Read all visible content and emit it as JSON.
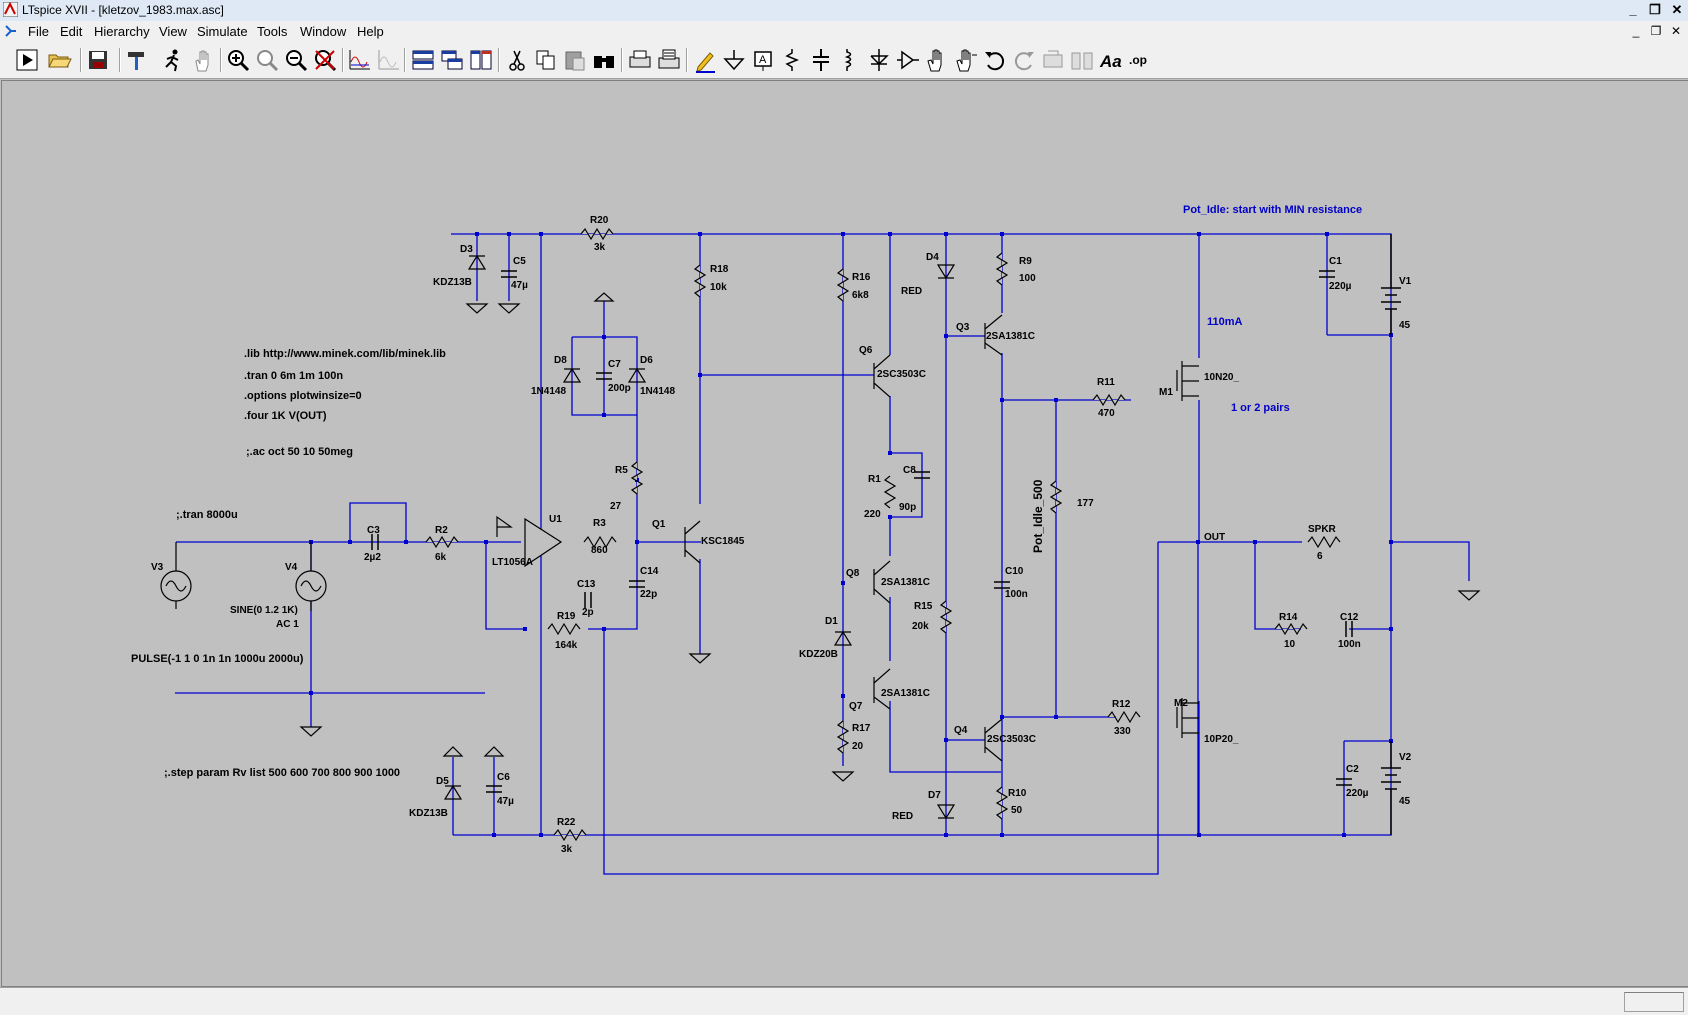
{
  "window": {
    "title": "LTspice XVII - [kletzov_1983.max.asc]",
    "buttons": {
      "minimize": "▁",
      "restore": "❐",
      "close": "✕"
    }
  },
  "menu": [
    "File",
    "Edit",
    "Hierarchy",
    "View",
    "Simulate",
    "Tools",
    "Window",
    "Help"
  ],
  "toolbar": {
    "icons": [
      "run-icon",
      "open-icon",
      "save-icon",
      "hammer-icon",
      "run-man-icon",
      "hand-icon",
      "zoom-in-icon",
      "zoom-pan-icon",
      "zoom-out-icon",
      "zoom-fit-icon",
      "waveform-icon",
      "waveform-off-icon",
      "tile-horizontal-icon",
      "cascade-icon",
      "tile-vertical-icon",
      "cut-icon",
      "copy-icon",
      "paste-icon",
      "find-icon",
      "print-setup-icon",
      "print-icon",
      "pencil-icon",
      "ground-icon",
      "label-icon",
      "resistor-icon",
      "capacitor-icon",
      "inductor-icon",
      "diode-icon",
      "component-icon",
      "move-icon",
      "drag-icon",
      "undo-icon",
      "redo-icon",
      "rotate-icon",
      "mirror-icon",
      "text-icon",
      "spice-directive-icon"
    ]
  },
  "schematic": {
    "wire_color": "#0000d0",
    "text_color": "#000000",
    "comment_color": "#0000c8",
    "notes": {
      "pot_idle": "Pot_Idle: start with MIN resistance",
      "current": "110mA",
      "pairs": "1 or 2 pairs"
    },
    "directives": {
      "lib": ".lib http://www.minek.com/lib/minek.lib",
      "tran": ".tran 0 6m 1m 100n",
      "options": ".options plotwinsize=0",
      "four": ".four 1K V(OUT)",
      "ac": ";.ac oct 50 10 50meg",
      "tran2": ";.tran 8000u",
      "pulse": "PULSE(-1 1 0 1n 1n 1000u 2000u)",
      "step": ";.step param Rv list 500 600 700 800 900 1000"
    },
    "labels": {
      "D3": "D3",
      "D3v": "KDZ13B",
      "C5": "C5",
      "C5v": "47µ",
      "R20": "R20",
      "R20v": "3k",
      "R18": "R18",
      "R18v": "10k",
      "R16": "R16",
      "R16v": "6k8",
      "D4": "D4",
      "RED1": "RED",
      "R9": "R9",
      "R9v": "100",
      "Q3": "Q3",
      "Q3v": "2SA1381C",
      "C1": "C1",
      "C1v": "220µ",
      "V1": "V1",
      "V1v": "45",
      "D8": "D8",
      "D8v": "1N4148",
      "C7": "C7",
      "C7v": "200p",
      "D6": "D6",
      "D6v": "1N4148",
      "Q6": "Q6",
      "Q6v": "2SC3503C",
      "R11": "R11",
      "R11v": "470",
      "M1": "M1",
      "M1v": "10N20_",
      "R5": "R5",
      "R5v": "27",
      "R1": "R1",
      "R1v": "220",
      "C8": "C8",
      "C8v": "90p",
      "pot": "Pot_Idle_500",
      "potv": "177",
      "U1": "U1",
      "U1v": "LT1056A",
      "R3": "R3",
      "R3v": "860",
      "Q1": "Q1",
      "Q1v": "KSC1845",
      "C3": "C3",
      "C3v": "2µ2",
      "R2": "R2",
      "R2v": "6k",
      "V3": "V3",
      "V4": "V4",
      "V4v": "SINE(0 1.2 1K)",
      "V4ac": "AC 1",
      "C14": "C14",
      "C14v": "22p",
      "C13": "C13",
      "C13v": "2p",
      "R19": "R19",
      "R19v": "164k",
      "Q8": "Q8",
      "Q8v": "2SA1381C",
      "C10": "C10",
      "C10v": "100n",
      "OUT": "OUT",
      "SPKR": "SPKR",
      "SPKRv": "6",
      "R15": "R15",
      "R15v": "20k",
      "D1": "D1",
      "D1v": "KDZ20B",
      "R14": "R14",
      "R14v": "10",
      "C12": "C12",
      "C12v": "100n",
      "Q7": "Q7",
      "Q7v": "2SA1381C",
      "R12": "R12",
      "R12v": "330",
      "M2": "M2",
      "M2v": "10P20_",
      "R17": "R17",
      "R17v": "20",
      "Q4": "Q4",
      "Q4v": "2SC3503C",
      "C2": "C2",
      "C2v": "220µ",
      "V2": "V2",
      "V2v": "45",
      "D5": "D5",
      "D5v": "KDZ13B",
      "C6": "C6",
      "C6v": "47µ",
      "R10": "R10",
      "R10v": "50",
      "D7": "D7",
      "RED2": "RED",
      "R22": "R22",
      "R22v": "3k"
    }
  }
}
